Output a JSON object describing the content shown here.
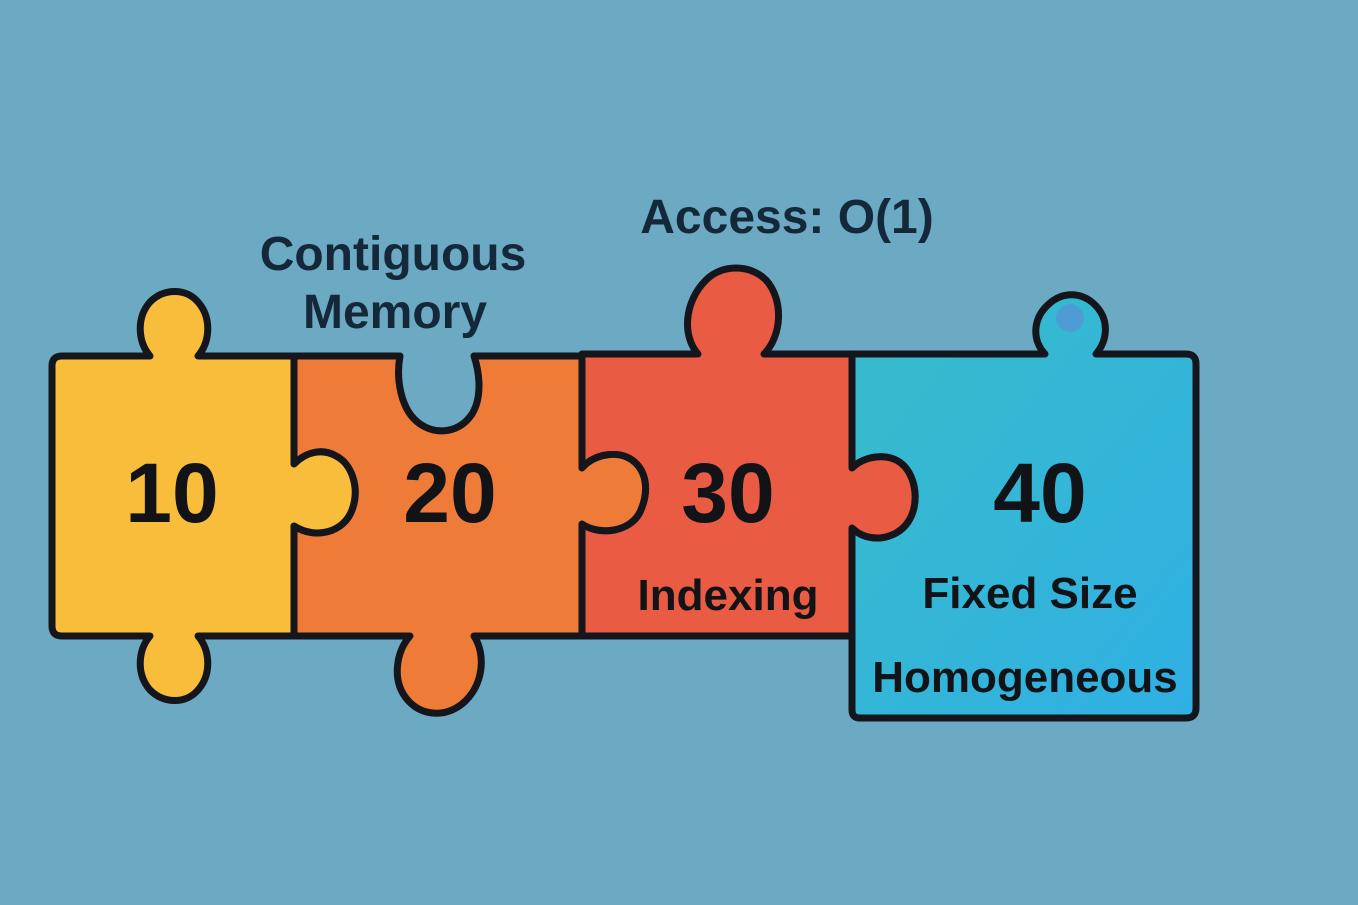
{
  "annotations": {
    "contiguous_line1": "Contiguous",
    "contiguous_line2": "Memory",
    "access": "Access: O(1)"
  },
  "pieces": [
    {
      "value": "10",
      "color": "#f7bd3b"
    },
    {
      "value": "20",
      "color": "#ee7c38"
    },
    {
      "value": "30",
      "color": "#ea5b43",
      "label": "Indexing"
    },
    {
      "value": "40",
      "color": "#3ab9cf",
      "label_line1": "Fixed Size",
      "label_line2": "Homogeneous"
    }
  ],
  "colors": {
    "background": "#6ca9c2",
    "outline": "#14161c",
    "text": "#111317",
    "caption_text": "#15283a",
    "knob_accent": "#5b8fd4"
  }
}
